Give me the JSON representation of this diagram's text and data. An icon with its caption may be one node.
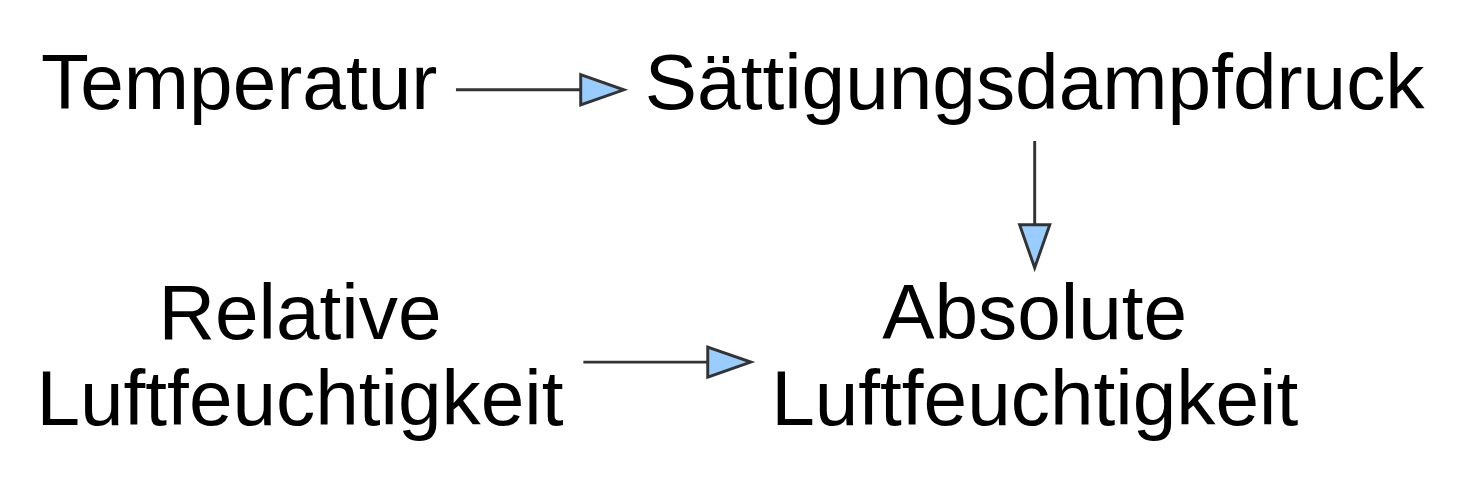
{
  "diagram": {
    "nodes": [
      {
        "text": [
          "Temperatur"
        ]
      },
      {
        "text": [
          "Sättigungsdampfdruck"
        ]
      },
      {
        "text": [
          "Relative Luftfeuchtigkeit"
        ]
      },
      {
        "text": [
          "Absolute Luftfeuchtigkeit"
        ]
      }
    ],
    "edges": [
      {
        "from": 0,
        "to": 1,
        "arrow": "to"
      },
      {
        "from": 1,
        "to": 3,
        "arrow": "to"
      },
      {
        "from": 2,
        "to": 3,
        "arrow": "to"
      }
    ]
  }
}
